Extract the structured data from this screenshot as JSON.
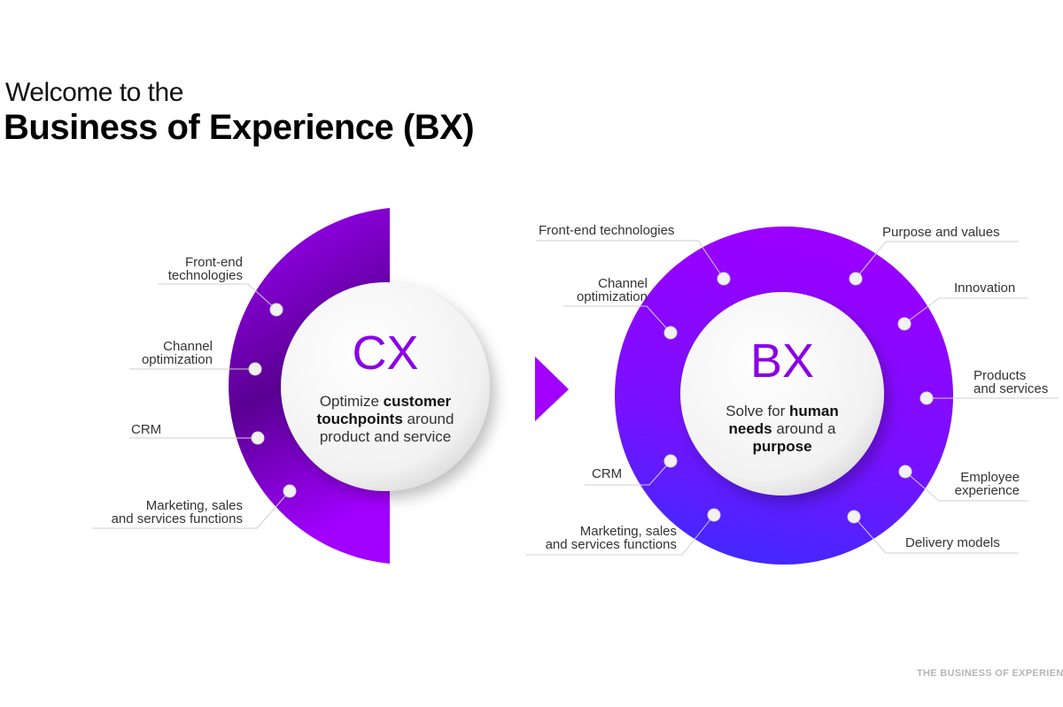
{
  "header": {
    "line1": "Welcome to the",
    "line2": "Business of Experience (BX)"
  },
  "cx": {
    "title": "CX",
    "desc_parts": [
      "Optimize ",
      "customer touchpoints",
      " around product and service"
    ],
    "labels": [
      "Front-end\ntechnologies",
      "Channel\noptimization",
      "CRM",
      "Marketing, sales\nand services functions"
    ]
  },
  "bx": {
    "title": "BX",
    "desc_parts": [
      "Solve for ",
      "human needs",
      " around a ",
      "purpose"
    ],
    "left_labels": [
      "Front-end technologies",
      "Channel\noptimization",
      "CRM",
      "Marketing, sales\nand services functions"
    ],
    "right_labels": [
      "Purpose and values",
      "Innovation",
      "Products\nand services",
      "Employee\nexperience",
      "Delivery models"
    ]
  },
  "footer": "THE BUSINESS OF EXPERIENCE",
  "colors": {
    "purple_light": "#a100ff",
    "purple_dark": "#460073",
    "blue": "#3c28ff",
    "accent_text": "#8a00e6"
  }
}
